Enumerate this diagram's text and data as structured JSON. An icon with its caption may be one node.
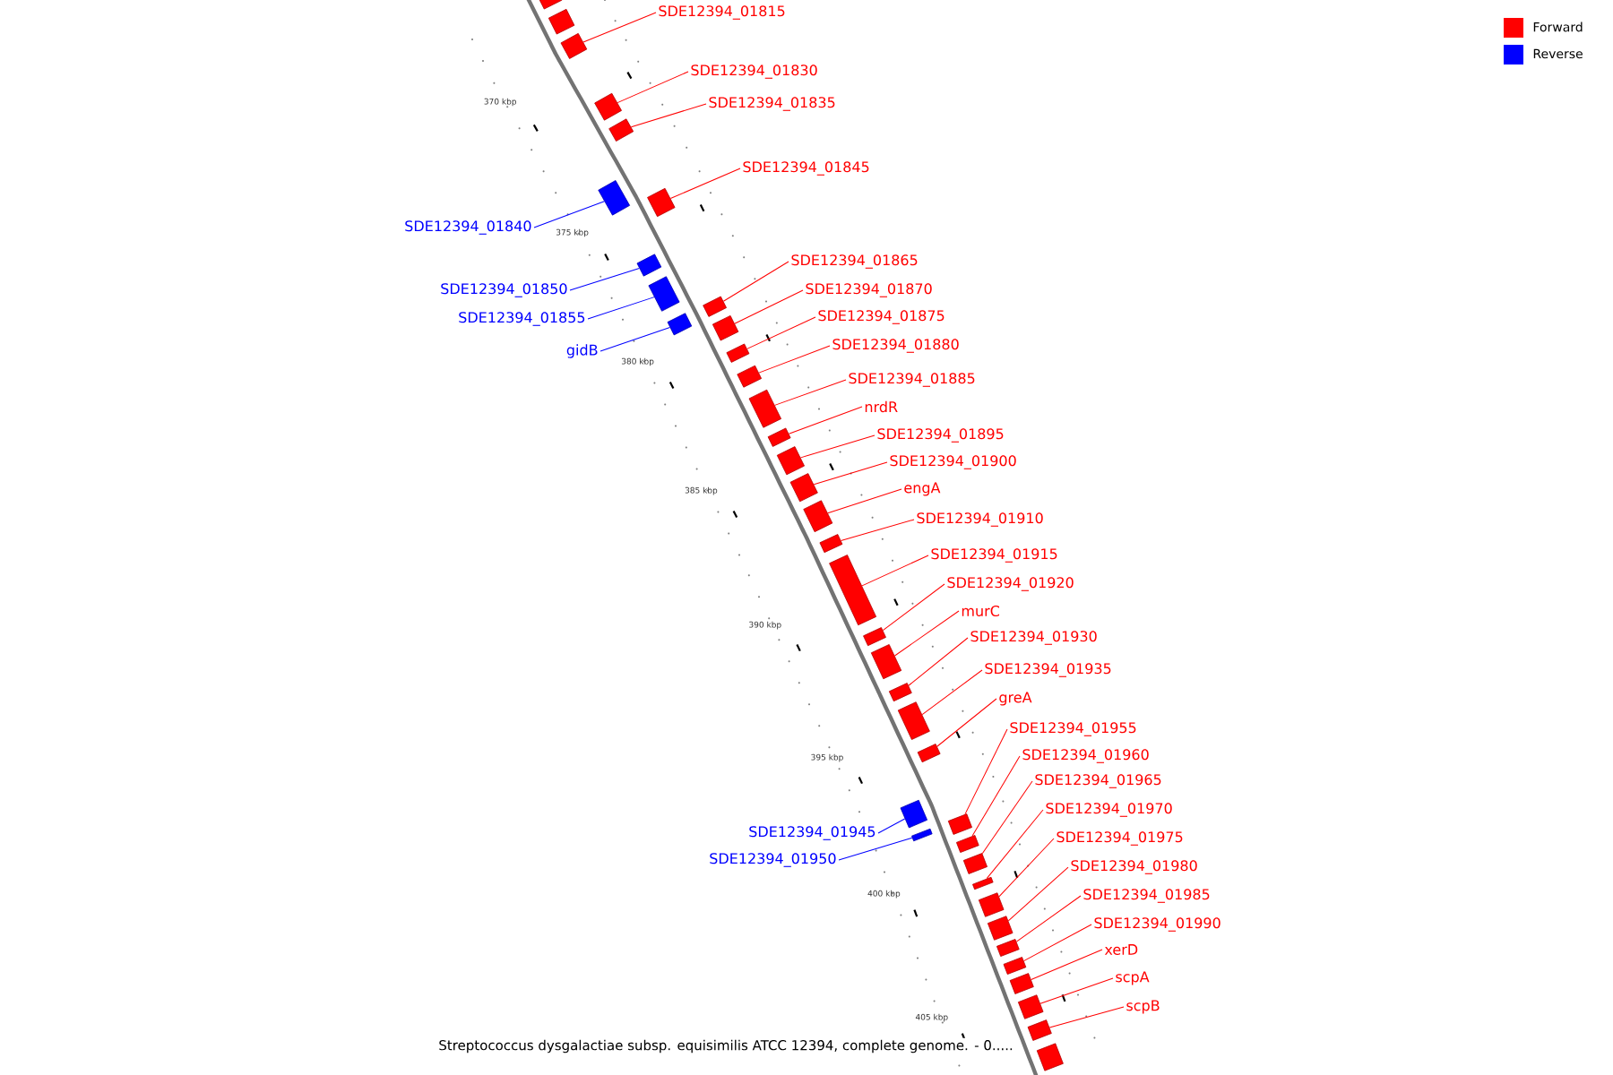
{
  "diagram": {
    "caption": "Streptococcus dysgalactiae subsp. equisimilis ATCC 12394, complete genome. - 0.....",
    "nodes": [
      {
        "text": [
          "SDE12394_01815"
        ]
      },
      {
        "text": [
          "SDE12394_01830"
        ]
      },
      {
        "text": [
          "SDE12394_01835"
        ]
      },
      {
        "text": [
          "SDE12394_01845"
        ]
      },
      {
        "text": [
          "SDE12394_01840"
        ]
      },
      {
        "text": [
          "SDE12394_01865"
        ]
      },
      {
        "text": [
          "SDE12394_01850"
        ]
      },
      {
        "text": [
          "SDE12394_01870"
        ]
      },
      {
        "text": [
          "SDE12394_01855"
        ]
      },
      {
        "text": [
          "SDE12394_01875"
        ]
      },
      {
        "text": [
          "gidB"
        ]
      },
      {
        "text": [
          "SDE12394_01880"
        ]
      },
      {
        "text": [
          "SDE12394_01885"
        ]
      },
      {
        "text": [
          "nrdR"
        ]
      },
      {
        "text": [
          "SDE12394_01895"
        ]
      },
      {
        "text": [
          "SDE12394_01900"
        ]
      },
      {
        "text": [
          "engA"
        ]
      },
      {
        "text": [
          "SDE12394_01910"
        ]
      },
      {
        "text": [
          "SDE12394_01915"
        ]
      },
      {
        "text": [
          "SDE12394_01920"
        ]
      },
      {
        "text": [
          "murC"
        ]
      },
      {
        "text": [
          "SDE12394_01930"
        ]
      },
      {
        "text": [
          "SDE12394_01935"
        ]
      },
      {
        "text": [
          "greA"
        ]
      },
      {
        "text": [
          "SDE12394_01955"
        ]
      },
      {
        "text": [
          "SDE12394_01960"
        ]
      },
      {
        "text": [
          "SDE12394_01965"
        ]
      },
      {
        "text": [
          "SDE12394_01945"
        ]
      },
      {
        "text": [
          "SDE12394_01970"
        ]
      },
      {
        "text": [
          "SDE12394_01975"
        ]
      },
      {
        "text": [
          "SDE12394_01950"
        ]
      },
      {
        "text": [
          "SDE12394_01980"
        ]
      },
      {
        "text": [
          "SDE12394_01985"
        ]
      },
      {
        "text": [
          "SDE12394_01990"
        ]
      },
      {
        "text": [
          "xerD"
        ]
      },
      {
        "text": [
          "scpA"
        ]
      },
      {
        "text": [
          "scpB"
        ]
      },
      {
        "text": [],
        "shape": "box"
      },
      {
        "text": [],
        "shape": "box"
      },
      {
        "text": [],
        "shape": "box"
      },
      {
        "text": [],
        "shape": "box"
      },
      {
        "text": [],
        "shape": "box"
      },
      {
        "text": [],
        "shape": "box"
      },
      {
        "text": [],
        "shape": "box"
      },
      {
        "text": [],
        "shape": "box"
      },
      {
        "text": [],
        "shape": "box"
      },
      {
        "text": [],
        "shape": "box"
      },
      {
        "text": [],
        "shape": "box"
      },
      {
        "text": [],
        "shape": "box"
      },
      {
        "text": [],
        "shape": "box"
      },
      {
        "text": [],
        "shape": "box"
      },
      {
        "text": [],
        "shape": "box"
      },
      {
        "text": [],
        "shape": "box"
      },
      {
        "text": [],
        "shape": "box"
      },
      {
        "text": [],
        "shape": "box"
      },
      {
        "text": [],
        "shape": "box"
      },
      {
        "text": [],
        "shape": "box"
      },
      {
        "text": [],
        "shape": "box"
      },
      {
        "text": [],
        "shape": "box"
      },
      {
        "text": [],
        "shape": "box"
      },
      {
        "text": [],
        "shape": "box"
      },
      {
        "text": [],
        "shape": "box"
      },
      {
        "text": [],
        "shape": "box"
      },
      {
        "text": [],
        "shape": "box"
      },
      {
        "text": [],
        "shape": "box"
      },
      {
        "text": [],
        "shape": "box"
      },
      {
        "text": [],
        "shape": "box"
      },
      {
        "text": [],
        "shape": "box"
      },
      {
        "text": [],
        "shape": "box"
      },
      {
        "text": [],
        "shape": "box"
      },
      {
        "text": [],
        "shape": "box"
      },
      {
        "text": [],
        "shape": "box"
      },
      {
        "text": [],
        "shape": "box"
      },
      {
        "text": [],
        "shape": "box"
      },
      {
        "text": [],
        "shape": "box"
      },
      {
        "text": [],
        "shape": "box"
      },
      {
        "text": [],
        "shape": "box"
      }
    ],
    "edges": [
      {
        "from": 0,
        "to": 39,
        "arrow": "none"
      },
      {
        "from": 1,
        "to": 40,
        "arrow": "none"
      },
      {
        "from": 2,
        "to": 41,
        "arrow": "none"
      },
      {
        "from": 3,
        "to": 43,
        "arrow": "none"
      },
      {
        "from": 4,
        "to": 42,
        "arrow": "none",
        "color": "#0000ff"
      },
      {
        "from": 5,
        "to": 46,
        "arrow": "none"
      },
      {
        "from": 6,
        "to": 44,
        "arrow": "none",
        "color": "#0000ff"
      },
      {
        "from": 7,
        "to": 48,
        "arrow": "none"
      },
      {
        "from": 8,
        "to": 45,
        "arrow": "none",
        "color": "#0000ff"
      },
      {
        "from": 9,
        "to": 49,
        "arrow": "none"
      },
      {
        "from": 10,
        "to": 47,
        "arrow": "none",
        "color": "#0000ff"
      },
      {
        "from": 11,
        "to": 50,
        "arrow": "none"
      },
      {
        "from": 12,
        "to": 51,
        "arrow": "none"
      },
      {
        "from": 13,
        "to": 52,
        "arrow": "none"
      },
      {
        "from": 14,
        "to": 53,
        "arrow": "none"
      },
      {
        "from": 15,
        "to": 54,
        "arrow": "none"
      },
      {
        "from": 16,
        "to": 55,
        "arrow": "none"
      },
      {
        "from": 17,
        "to": 56,
        "arrow": "none"
      },
      {
        "from": 18,
        "to": 57,
        "arrow": "none"
      },
      {
        "from": 19,
        "to": 58,
        "arrow": "none"
      },
      {
        "from": 20,
        "to": 59,
        "arrow": "none"
      },
      {
        "from": 21,
        "to": 60,
        "arrow": "none"
      },
      {
        "from": 22,
        "to": 61,
        "arrow": "none"
      },
      {
        "from": 23,
        "to": 62,
        "arrow": "none"
      },
      {
        "from": 24,
        "to": 65,
        "arrow": "none"
      },
      {
        "from": 25,
        "to": 66,
        "arrow": "none"
      },
      {
        "from": 26,
        "to": 67,
        "arrow": "none"
      },
      {
        "from": 27,
        "to": 63,
        "arrow": "none",
        "color": "#0000ff"
      },
      {
        "from": 28,
        "to": 68,
        "arrow": "none"
      },
      {
        "from": 29,
        "to": 69,
        "arrow": "none"
      },
      {
        "from": 30,
        "to": 64,
        "arrow": "none",
        "color": "#0000ff"
      },
      {
        "from": 31,
        "to": 70,
        "arrow": "none"
      },
      {
        "from": 32,
        "to": 71,
        "arrow": "none"
      },
      {
        "from": 33,
        "to": 72,
        "arrow": "none"
      },
      {
        "from": 34,
        "to": 73,
        "arrow": "none"
      },
      {
        "from": 35,
        "to": 74,
        "arrow": "none"
      },
      {
        "from": 36,
        "to": 75,
        "arrow": "none"
      }
    ],
    "labels": [
      "370 kbp",
      "375 kbp",
      "380 kbp",
      "385 kbp",
      "390 kbp",
      "395 kbp",
      "400 kbp",
      "405 kbp"
    ],
    "legend": [
      {
        "text": "Forward",
        "color": "#ff0000"
      },
      {
        "text": "Reverse",
        "color": "#0000ff"
      }
    ]
  }
}
